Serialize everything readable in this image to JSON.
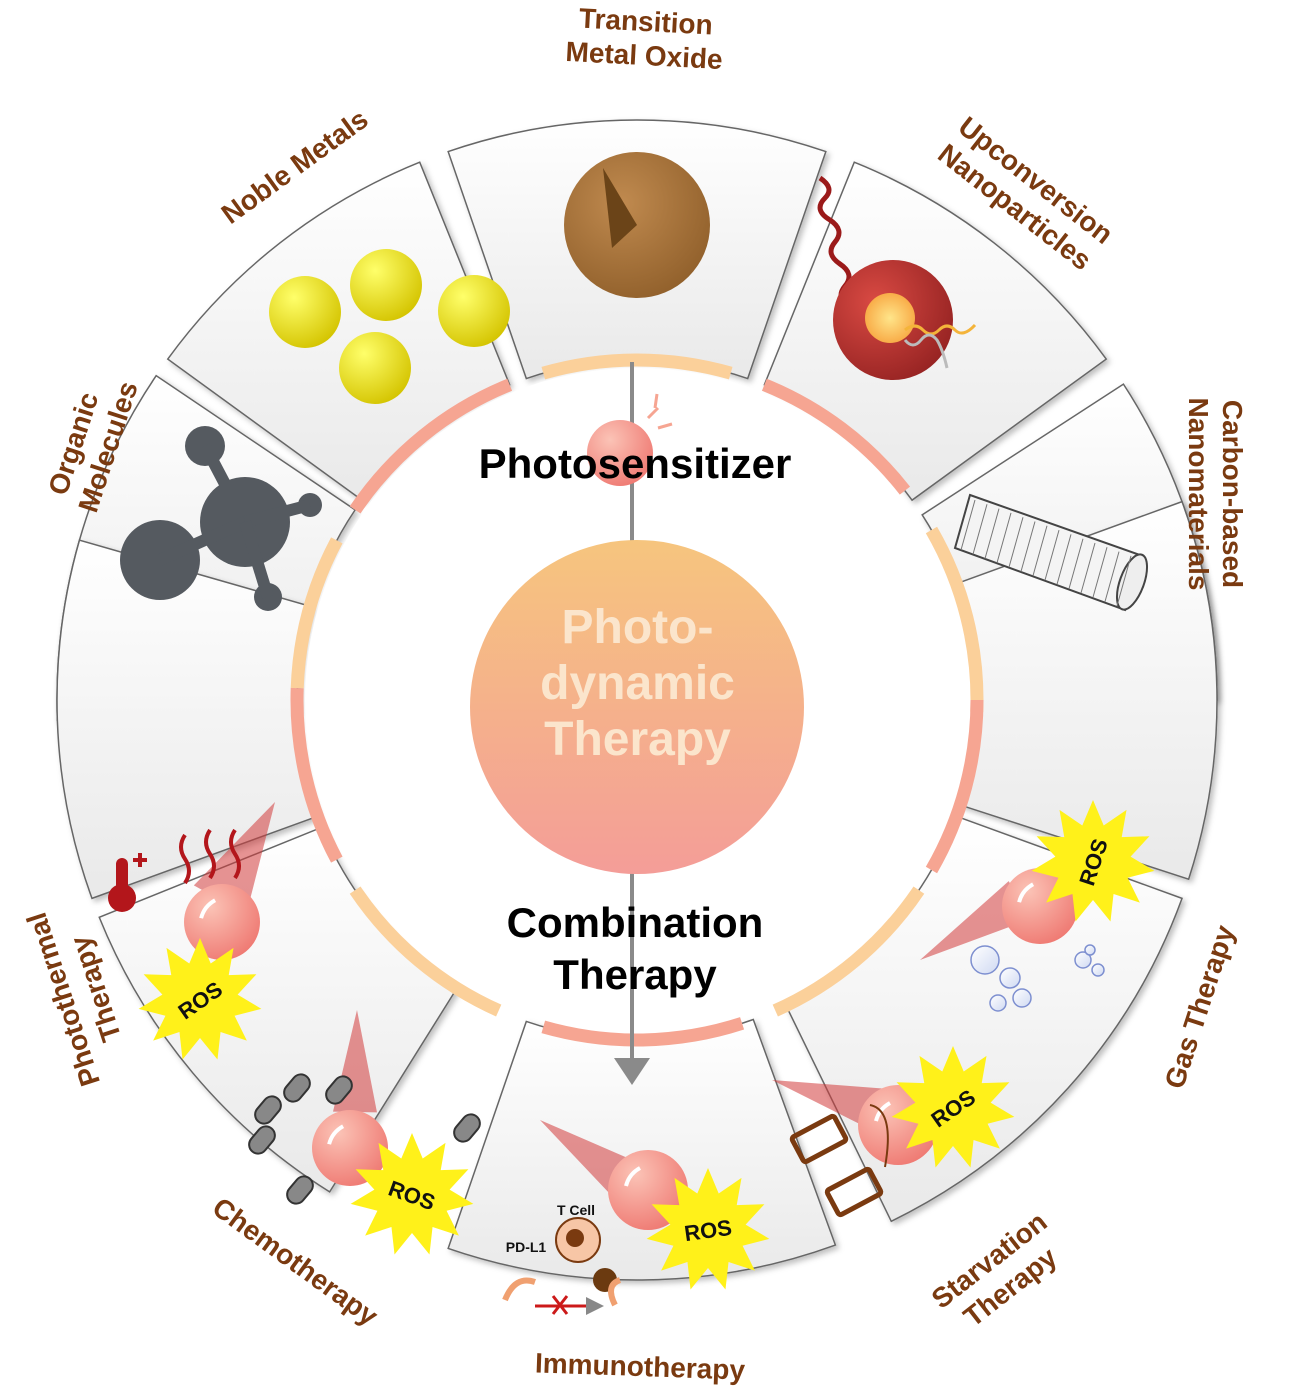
{
  "center": {
    "lines": [
      "Photo-",
      "dynamic",
      "Therapy"
    ]
  },
  "photosensitizer_label": "Photosensitizer",
  "combination_label": [
    "Combination",
    "Therapy"
  ],
  "photosensitizers": [
    {
      "id": "organic",
      "label": [
        "Organic",
        "Molecules"
      ]
    },
    {
      "id": "noble",
      "label": [
        "Noble Metals"
      ]
    },
    {
      "id": "tmo",
      "label": [
        "Transition",
        "Metal Oxide"
      ]
    },
    {
      "id": "ucnp",
      "label": [
        "Upconversion",
        "Nanoparticles"
      ]
    },
    {
      "id": "carbon",
      "label": [
        "Carbon-based",
        "Nanomaterials"
      ]
    }
  ],
  "therapies": [
    {
      "id": "ptt",
      "label": [
        "Photothermal",
        "Therapy"
      ]
    },
    {
      "id": "chemo",
      "label": [
        "Chemotherapy"
      ]
    },
    {
      "id": "immuno",
      "label": [
        "Immunotherapy"
      ]
    },
    {
      "id": "starvation",
      "label": [
        "Starvation",
        "Therapy"
      ]
    },
    {
      "id": "gas",
      "label": [
        "Gas Therapy"
      ]
    }
  ],
  "ros_label": "ROS",
  "immuno_labels": {
    "t_cell": "T Cell",
    "pd_l1": "PD-L1"
  },
  "colors": {
    "label": "#7a3a10",
    "arc_pink": "#f6a592",
    "arc_orange": "#fbd09a",
    "center_top": "#f5c57f",
    "center_bottom": "#f4a09a",
    "ros_star": "#fff11a",
    "ps_ball": "#f48f86"
  }
}
